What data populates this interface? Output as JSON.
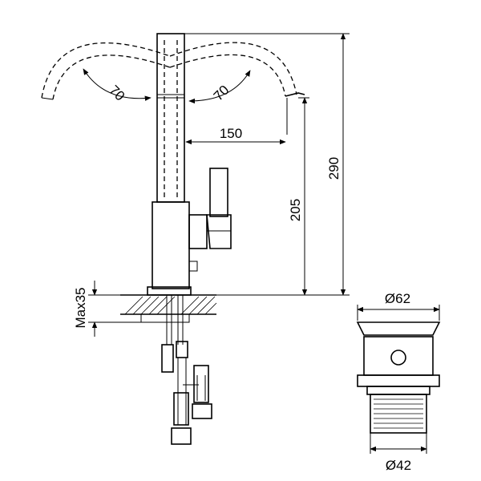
{
  "dimensions": {
    "swivel_left": "70",
    "swivel_right": "70",
    "reach": "150",
    "spout_height": "205",
    "total_height": "290",
    "max_deck": "Max35",
    "waste_top": "Ø62",
    "waste_bottom": "Ø42"
  }
}
